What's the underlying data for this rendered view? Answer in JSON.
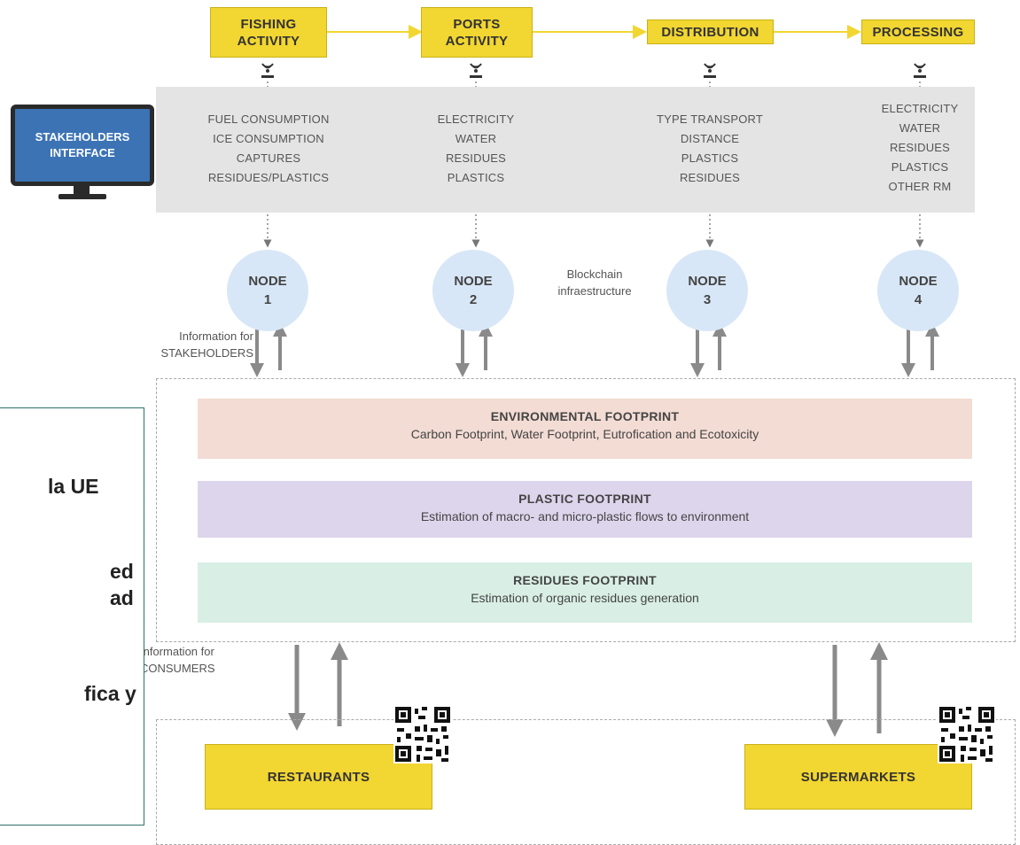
{
  "stages": [
    {
      "id": "fishing",
      "line1": "FISHING",
      "line2": "ACTIVITY"
    },
    {
      "id": "ports",
      "line1": "PORTS",
      "line2": "ACTIVITY"
    },
    {
      "id": "distribution",
      "line1": "DISTRIBUTION",
      "line2": ""
    },
    {
      "id": "processing",
      "line1": "PROCESSING",
      "line2": ""
    }
  ],
  "metrics": {
    "fishing": [
      "FUEL CONSUMPTION",
      "ICE CONSUMPTION",
      "CAPTURES",
      "RESIDUES/PLASTICS"
    ],
    "ports": [
      "ELECTRICITY",
      "WATER",
      "RESIDUES",
      "PLASTICS"
    ],
    "distribution": [
      "TYPE TRANSPORT",
      "DISTANCE",
      "PLASTICS",
      "RESIDUES"
    ],
    "processing": [
      "ELECTRICITY",
      "WATER",
      "RESIDUES",
      "PLASTICS",
      "OTHER RM"
    ]
  },
  "stakeholders_interface": {
    "line1": "STAKEHOLDERS",
    "line2": "INTERFACE"
  },
  "nodes": [
    {
      "label": "NODE",
      "num": "1"
    },
    {
      "label": "NODE",
      "num": "2"
    },
    {
      "label": "NODE",
      "num": "3"
    },
    {
      "label": "NODE",
      "num": "4"
    }
  ],
  "blockchain": {
    "line1": "Blockchain",
    "line2": "infraestructure"
  },
  "info_stakeholders": {
    "line1": "Information for",
    "line2": "STAKEHOLDERS"
  },
  "info_consumers": {
    "line1": "Information for",
    "line2": "CONSUMERS"
  },
  "footprints": {
    "environmental": {
      "title": "ENVIRONMENTAL FOOTPRINT",
      "subtitle": "Carbon Footprint, Water Footprint, Eutrofication and Ecotoxicity",
      "color": "#f3dcd4"
    },
    "plastic": {
      "title": "PLASTIC FOOTPRINT",
      "subtitle": "Estimation of macro- and micro-plastic flows to environment",
      "color": "#ddd5ec"
    },
    "residues": {
      "title": "RESIDUES FOOTPRINT",
      "subtitle": "Estimation of organic residues generation",
      "color": "#d9efe6"
    }
  },
  "outlets": {
    "restaurants": "RESTAURANTS",
    "supermarkets": "SUPERMARKETS"
  },
  "side_panel": [
    "la UE",
    "ed",
    "ad",
    "fica y"
  ]
}
